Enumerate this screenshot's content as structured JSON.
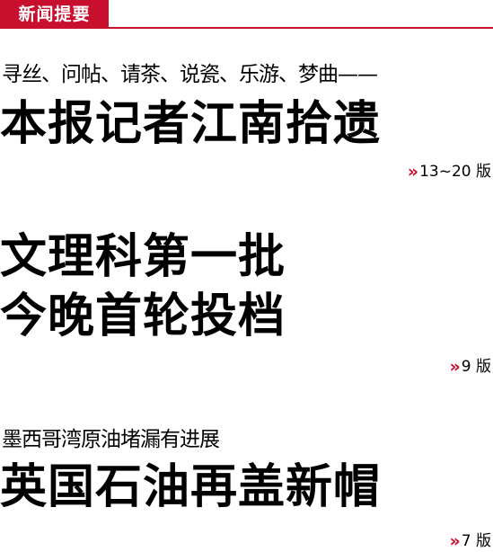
{
  "section": {
    "title": "新闻提要"
  },
  "colors": {
    "accent": "#c8102e",
    "text": "#000000"
  },
  "stories": [
    {
      "kicker": "寻丝、问帖、请茶、说瓷、乐游、梦曲——",
      "headline_lines": [
        "本报记者江南拾遗"
      ],
      "page_ref": "13~20 版",
      "arrow_icon": "»"
    },
    {
      "kicker": "",
      "headline_lines": [
        "文理科第一批",
        "今晚首轮投档"
      ],
      "page_ref": "9 版",
      "arrow_icon": "»"
    },
    {
      "kicker": "墨西哥湾原油堵漏有进展",
      "headline_lines": [
        "英国石油再盖新帽"
      ],
      "page_ref": "7 版",
      "arrow_icon": "»"
    }
  ]
}
